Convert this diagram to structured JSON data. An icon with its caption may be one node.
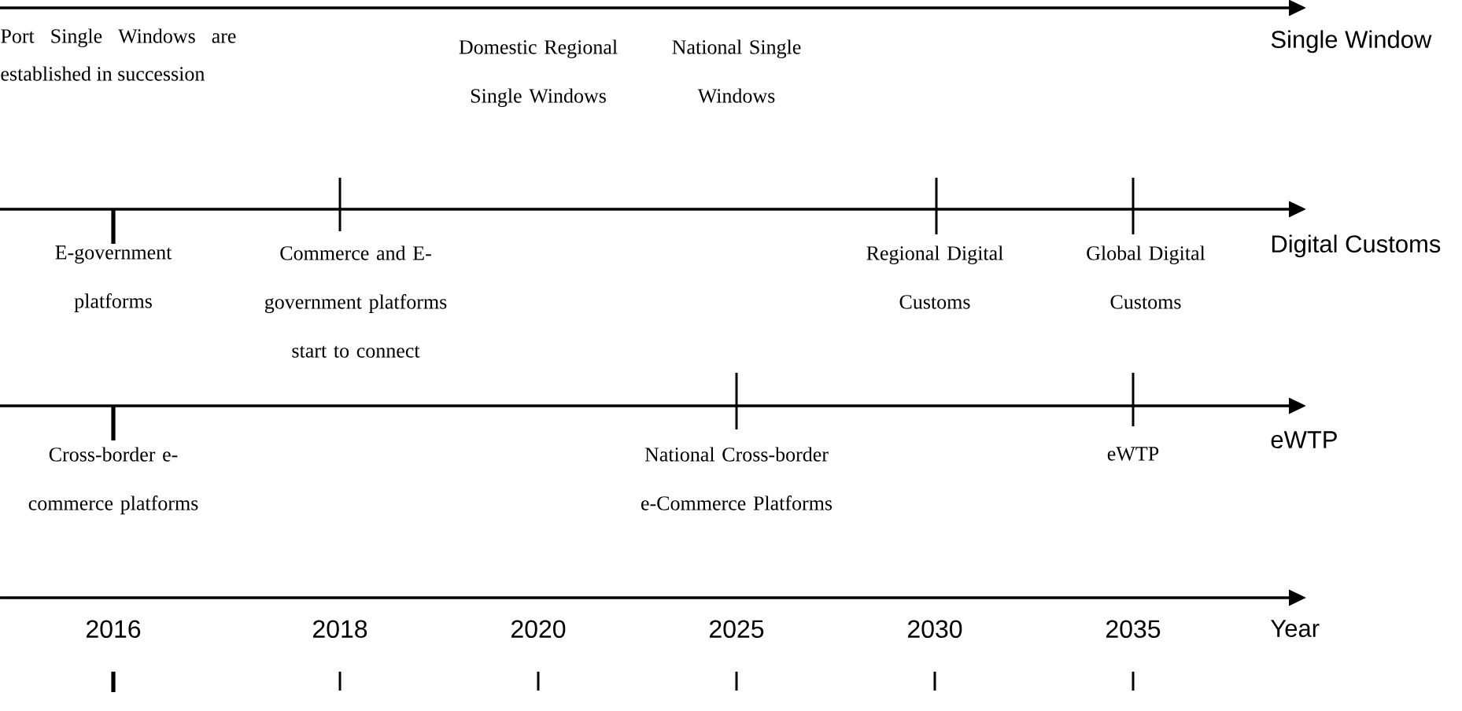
{
  "diagram": {
    "labels": [
      "Port Single Windows are established in succession",
      "Domestic Regional Single Windows",
      "National Single Windows",
      "Single Window",
      "E-government platforms",
      "Commerce and E-government platforms start to connect",
      "Regional Digital Customs",
      "Global Digital Customs",
      "Digital Customs",
      "Cross-border e-commerce platforms",
      "National Cross-border e-Commerce Platforms",
      "eWTP",
      "eWTP",
      "2016",
      "2018",
      "2020",
      "2025",
      "2030",
      "2035",
      "Year"
    ]
  }
}
